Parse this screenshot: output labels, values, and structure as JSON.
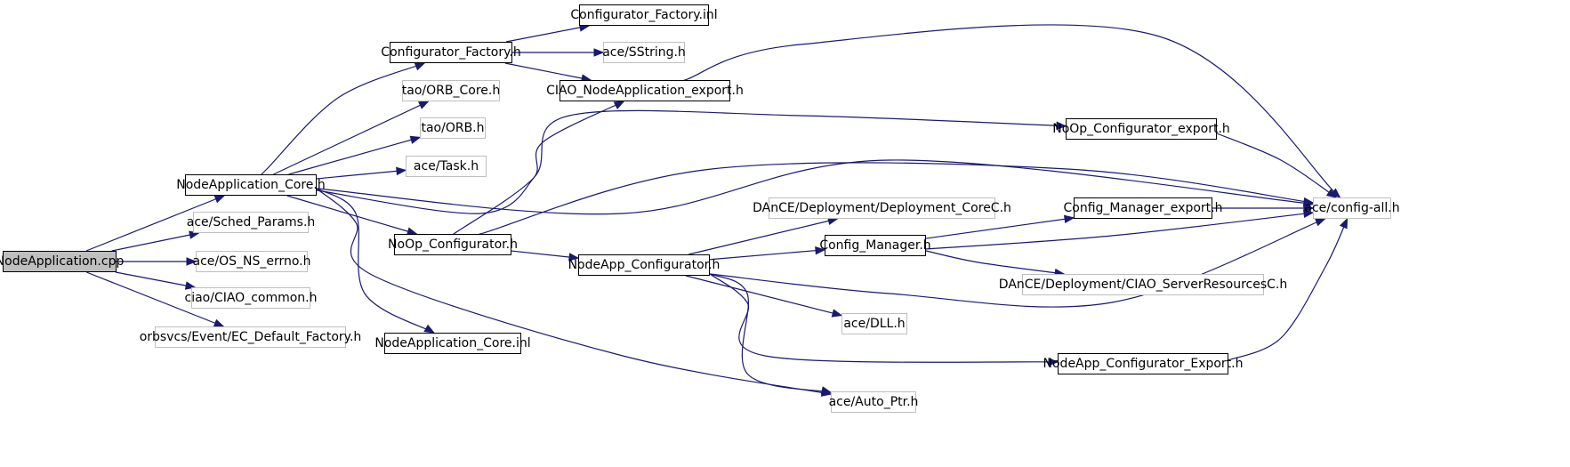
{
  "nodes": [
    {
      "id": "root",
      "label": "NodeApplication.cpp",
      "style": "root"
    },
    {
      "id": "core_h",
      "label": "NodeApplication_Core.h",
      "style": "solid"
    },
    {
      "id": "sched",
      "label": "ace/Sched_Params.h",
      "style": "faint"
    },
    {
      "id": "errno",
      "label": "ace/OS_NS_errno.h",
      "style": "faint"
    },
    {
      "id": "ciao_common",
      "label": "ciao/CIAO_common.h",
      "style": "faint"
    },
    {
      "id": "ec_factory",
      "label": "orbsvcs/Event/EC_Default_Factory.h",
      "style": "faint"
    },
    {
      "id": "conf_factory_h",
      "label": "Configurator_Factory.h",
      "style": "solid"
    },
    {
      "id": "orb_core",
      "label": "tao/ORB_Core.h",
      "style": "faint"
    },
    {
      "id": "orb",
      "label": "tao/ORB.h",
      "style": "faint"
    },
    {
      "id": "task",
      "label": "ace/Task.h",
      "style": "faint"
    },
    {
      "id": "noop_conf",
      "label": "NoOp_Configurator.h",
      "style": "solid"
    },
    {
      "id": "core_inl",
      "label": "NodeApplication_Core.inl",
      "style": "solid"
    },
    {
      "id": "conf_factory_inl",
      "label": "Configurator_Factory.inl",
      "style": "solid"
    },
    {
      "id": "sstring",
      "label": "ace/SString.h",
      "style": "faint"
    },
    {
      "id": "nodeapp_export",
      "label": "CIAO_NodeApplication_export.h",
      "style": "solid"
    },
    {
      "id": "noop_export",
      "label": "NoOp_Configurator_export.h",
      "style": "solid"
    },
    {
      "id": "nodeapp_conf",
      "label": "NodeApp_Configurator.h",
      "style": "solid"
    },
    {
      "id": "deploy_core",
      "label": "DAnCE/Deployment/Deployment_CoreC.h",
      "style": "faint"
    },
    {
      "id": "config_mgr",
      "label": "Config_Manager.h",
      "style": "solid"
    },
    {
      "id": "config_mgr_export",
      "label": "Config_Manager_export.h",
      "style": "solid"
    },
    {
      "id": "server_res",
      "label": "DAnCE/Deployment/CIAO_ServerResourcesC.h",
      "style": "faint"
    },
    {
      "id": "dll",
      "label": "ace/DLL.h",
      "style": "faint"
    },
    {
      "id": "nodeapp_conf_export",
      "label": "NodeApp_Configurator_Export.h",
      "style": "solid"
    },
    {
      "id": "auto_ptr",
      "label": "ace/Auto_Ptr.h",
      "style": "faint"
    },
    {
      "id": "config_all",
      "label": "ace/config-all.h",
      "style": "faint"
    }
  ],
  "edges": [
    {
      "from": "root",
      "to": "core_h"
    },
    {
      "from": "root",
      "to": "sched"
    },
    {
      "from": "root",
      "to": "errno"
    },
    {
      "from": "root",
      "to": "ciao_common"
    },
    {
      "from": "root",
      "to": "ec_factory"
    },
    {
      "from": "core_h",
      "to": "conf_factory_h"
    },
    {
      "from": "core_h",
      "to": "orb_core"
    },
    {
      "from": "core_h",
      "to": "orb"
    },
    {
      "from": "core_h",
      "to": "task"
    },
    {
      "from": "core_h",
      "to": "nodeapp_export"
    },
    {
      "from": "core_h",
      "to": "config_all"
    },
    {
      "from": "core_h",
      "to": "noop_conf"
    },
    {
      "from": "core_h",
      "to": "core_inl"
    },
    {
      "from": "core_h",
      "to": "auto_ptr"
    },
    {
      "from": "conf_factory_h",
      "to": "conf_factory_inl"
    },
    {
      "from": "conf_factory_h",
      "to": "sstring"
    },
    {
      "from": "conf_factory_h",
      "to": "nodeapp_export"
    },
    {
      "from": "nodeapp_export",
      "to": "config_all"
    },
    {
      "from": "noop_conf",
      "to": "noop_export"
    },
    {
      "from": "noop_conf",
      "to": "config_all"
    },
    {
      "from": "noop_conf",
      "to": "nodeapp_conf"
    },
    {
      "from": "noop_export",
      "to": "config_all"
    },
    {
      "from": "nodeapp_conf",
      "to": "deploy_core"
    },
    {
      "from": "nodeapp_conf",
      "to": "config_mgr"
    },
    {
      "from": "nodeapp_conf",
      "to": "config_all"
    },
    {
      "from": "nodeapp_conf",
      "to": "dll"
    },
    {
      "from": "nodeapp_conf",
      "to": "nodeapp_conf_export"
    },
    {
      "from": "nodeapp_conf",
      "to": "auto_ptr"
    },
    {
      "from": "config_mgr",
      "to": "config_mgr_export"
    },
    {
      "from": "config_mgr",
      "to": "config_all"
    },
    {
      "from": "config_mgr",
      "to": "server_res"
    },
    {
      "from": "config_mgr_export",
      "to": "config_all"
    },
    {
      "from": "nodeapp_conf_export",
      "to": "config_all"
    }
  ],
  "colors": {
    "edge": "#191970",
    "root_fill": "#bfbfbf",
    "faint_border": "#bfbfbf"
  }
}
